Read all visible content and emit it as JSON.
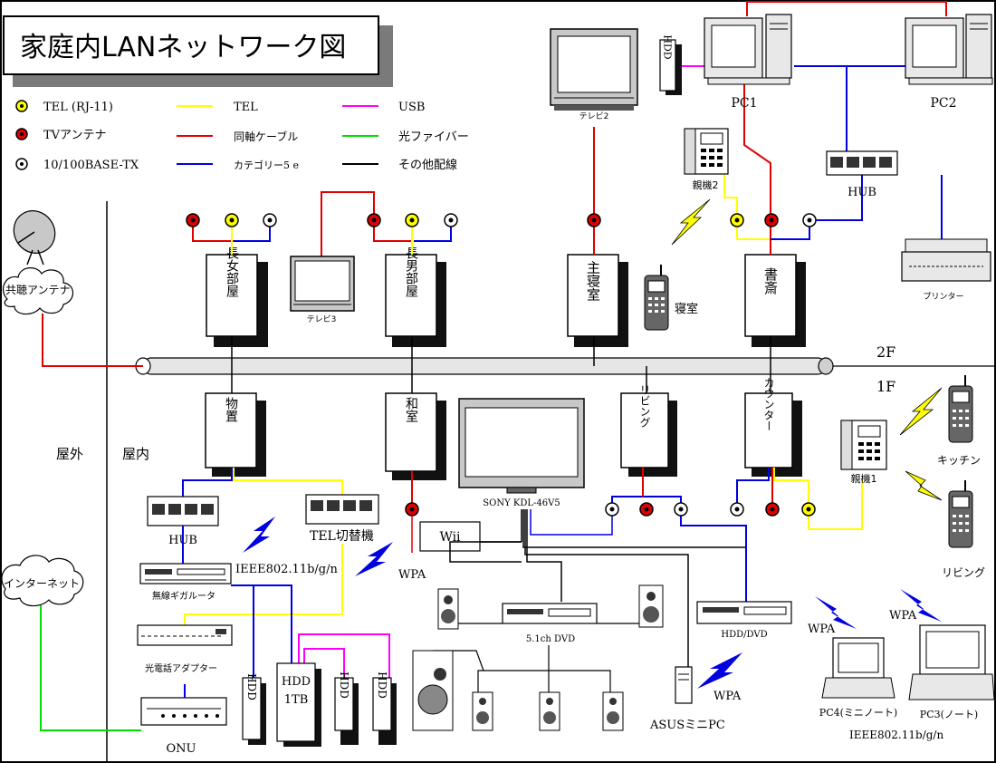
{
  "title": "家庭内LANネットワーク図",
  "legend": {
    "jacks": [
      {
        "label": "TEL (RJ-11)",
        "color": "#ffff00"
      },
      {
        "label": "TVアンテナ",
        "color": "#e00000"
      },
      {
        "label": "10/100BASE-TX",
        "color": "#ffffff"
      }
    ],
    "lines": [
      {
        "label": "TEL",
        "color": "#ffff00"
      },
      {
        "label": "同軸ケーブル",
        "color": "#e00000"
      },
      {
        "label": "カテゴリー5 e",
        "color": "#0000e0"
      },
      {
        "label": "USB",
        "color": "#ff00ff"
      },
      {
        "label": "光ファイバー",
        "color": "#00dd00"
      },
      {
        "label": "その他配線",
        "color": "#000000"
      }
    ]
  },
  "floors": {
    "upper": "2F",
    "lower": "1F"
  },
  "zones": {
    "outside": "屋外",
    "inside": "屋内"
  },
  "clouds": {
    "antenna": "共聴アンテナ",
    "internet": "インターネット"
  },
  "rooms2f": {
    "r1": "長女部屋",
    "r2": "長男部屋",
    "r3": "主寝室",
    "r4": "書斎"
  },
  "rooms1f": {
    "r1": "物置",
    "r2": "和室",
    "r3": "リビング",
    "r4": "カウンター"
  },
  "devices": {
    "tv2": "テレビ2",
    "tv3": "テレビ3",
    "hdd_pc1": "HDD",
    "pc1": "PC1",
    "pc2": "PC2",
    "hub2f": "HUB",
    "printer": "プリンター",
    "phone2": "親機2",
    "bedroom_label": "寝室",
    "tv_main": "SONY KDL-46V5",
    "phone1": "親機1",
    "kitchen": "キッチン",
    "living": "リビング",
    "hub1f": "HUB",
    "tel_switch": "TEL切替機",
    "ieee_a": "IEEE802.11b/g/n",
    "router": "無線ギガルータ",
    "wpa_a": "WPA",
    "wii": "Wii",
    "onu_adapter": "光電話アダプター",
    "onu": "ONU",
    "hdd1": "HDD",
    "hdd1tb_a": "HDD",
    "hdd1tb_b": "1TB",
    "hdd3": "HDD",
    "hdd4": "HDD",
    "dvd51": "5.1ch DVD",
    "hdddvd": "HDD/DVD",
    "wpa_b": "WPA",
    "asus": "ASUSミニPC",
    "wpa_c": "WPA",
    "wpa_d": "WPA",
    "pc4": "PC4(ミニノート)",
    "pc3": "PC3(ノート)",
    "ieee_b": "IEEE802.11b/g/n"
  }
}
